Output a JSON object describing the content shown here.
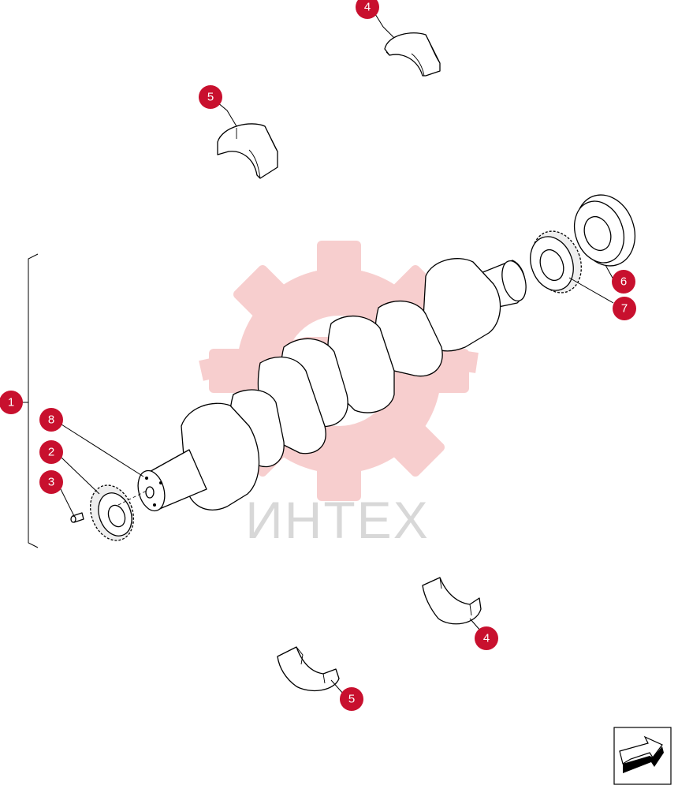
{
  "watermark": {
    "text": "ИНТЕХ",
    "gear_color": "#f7c9c9",
    "text_color": "#d8d8d8"
  },
  "callouts": [
    {
      "id": "c4-top",
      "label": "4"
    },
    {
      "id": "c5-top",
      "label": "5"
    },
    {
      "id": "c6",
      "label": "6"
    },
    {
      "id": "c7",
      "label": "7"
    },
    {
      "id": "c1",
      "label": "1"
    },
    {
      "id": "c8",
      "label": "8"
    },
    {
      "id": "c2",
      "label": "2"
    },
    {
      "id": "c3",
      "label": "3"
    },
    {
      "id": "c4-bottom",
      "label": "4"
    },
    {
      "id": "c5-bottom",
      "label": "5"
    }
  ],
  "colors": {
    "callout": "#c8102e",
    "callout_text": "#ffffff",
    "line": "#000000"
  },
  "nav_icon": "next-page-arrow-icon"
}
